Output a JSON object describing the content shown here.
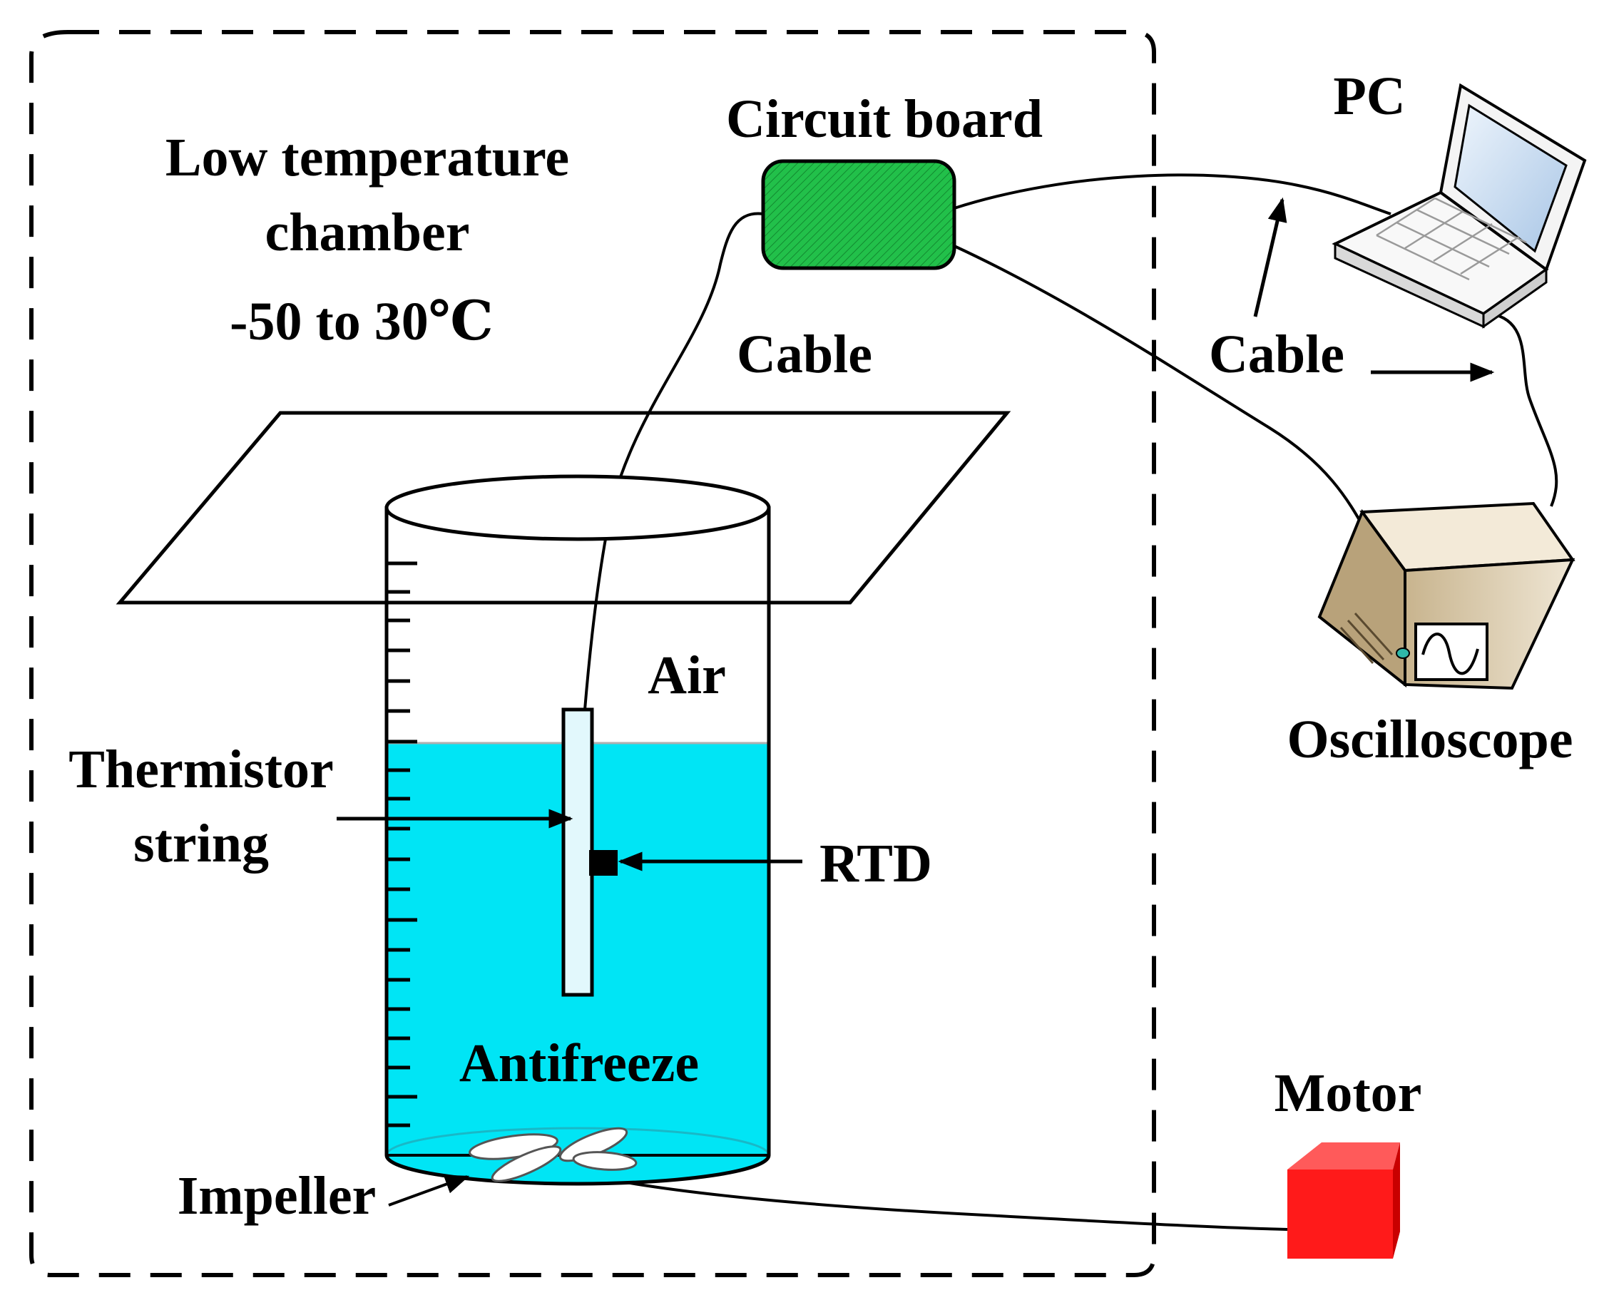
{
  "labels": {
    "chamber_line1": "Low temperature",
    "chamber_line2": "chamber",
    "chamber_range": "-50 to 30℃",
    "circuit_board": "Circuit board",
    "cable_left": "Cable",
    "cable_right": "Cable",
    "pc": "PC",
    "oscilloscope": "Oscilloscope",
    "air": "Air",
    "thermistor_line1": "Thermistor",
    "thermistor_line2": "string",
    "rtd": "RTD",
    "antifreeze": "Antifreeze",
    "impeller": "Impeller",
    "motor": "Motor"
  },
  "colors": {
    "antifreeze": "#00e5f5",
    "circuit_board": "#22c04a",
    "motor": "#ff1a1a",
    "screen": "#c8dcf0",
    "oscilloscope_body": "#d8c8a8"
  }
}
